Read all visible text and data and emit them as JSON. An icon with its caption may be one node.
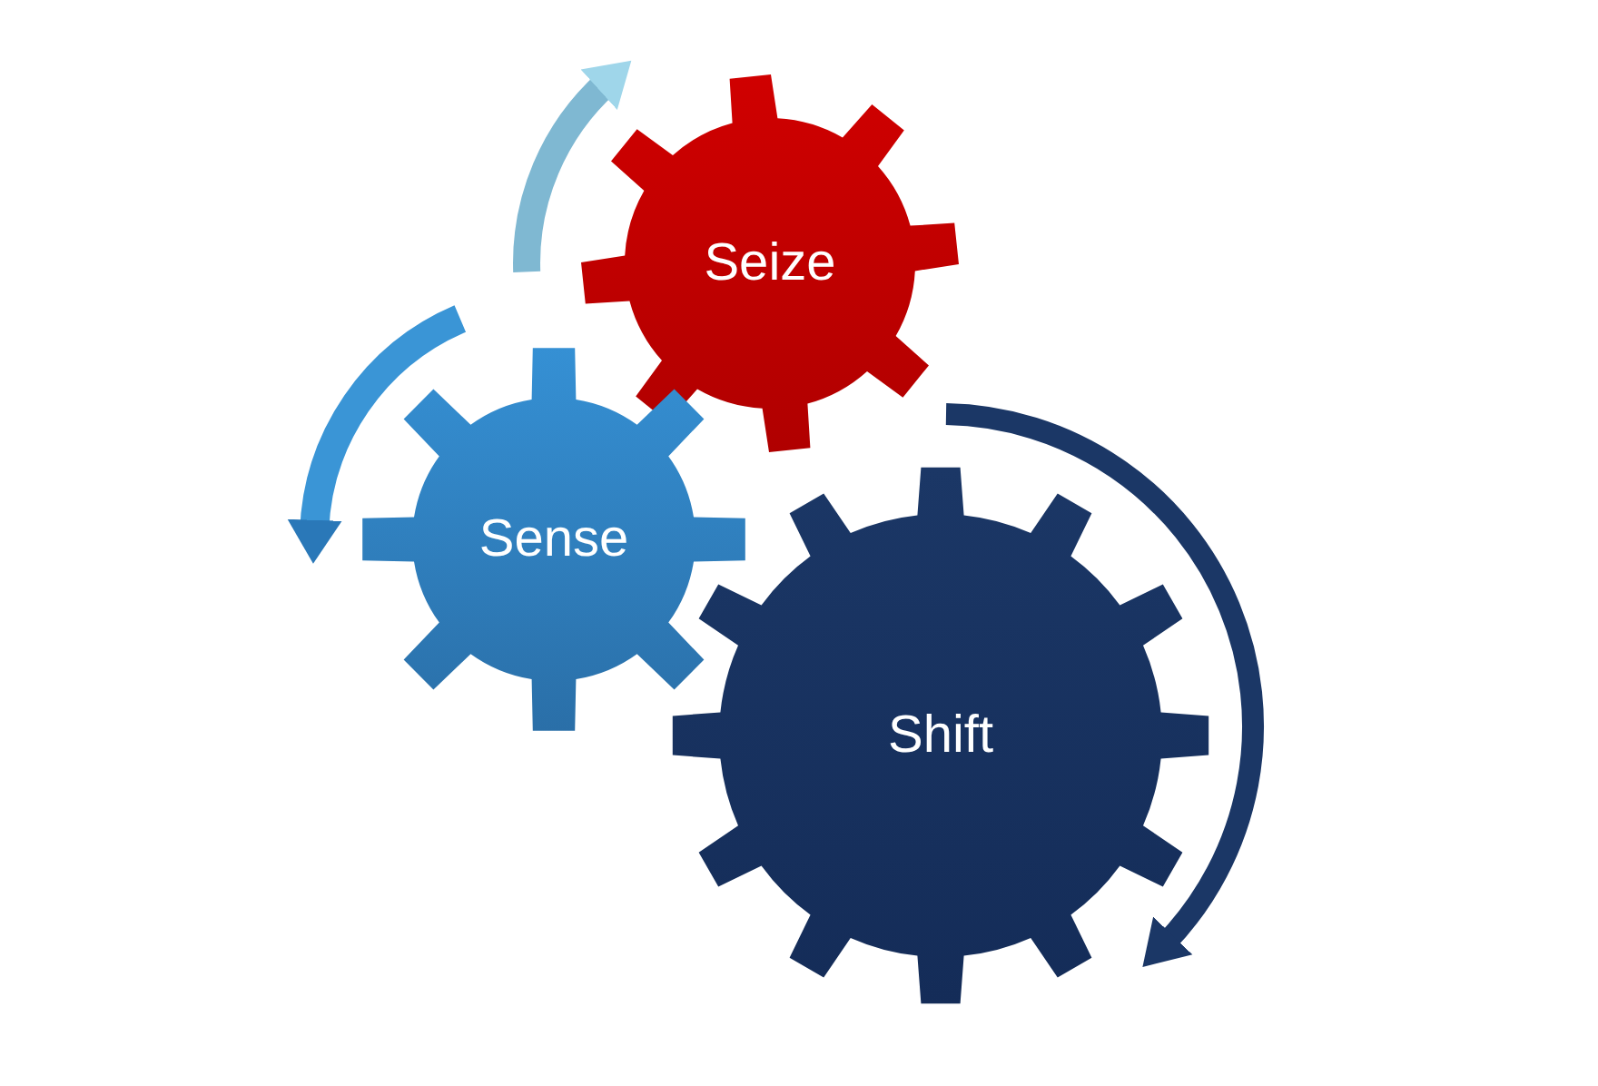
{
  "diagram": {
    "nodes": [
      {
        "text": [
          "Seize"
        ]
      },
      {
        "text": [
          "Sense"
        ]
      },
      {
        "text": [
          "Shift"
        ]
      }
    ]
  }
}
